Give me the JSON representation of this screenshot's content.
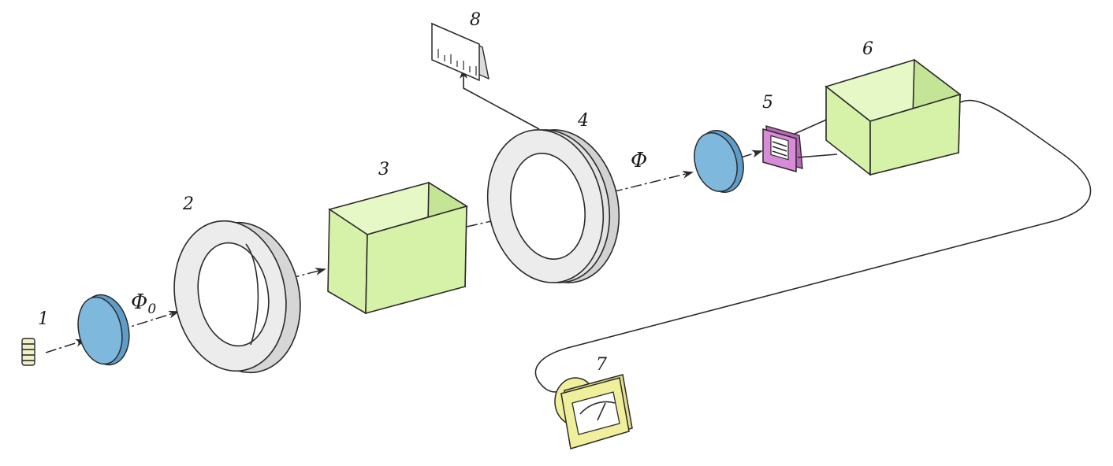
{
  "labels": {
    "source": "1",
    "polarizer_ring": "2",
    "sample_box": "3",
    "analyzer_ring": "4",
    "photodetector": "5",
    "amplifier_box": "6",
    "meter": "7",
    "scale": "8"
  },
  "flux_initial": {
    "symbol": "Φ",
    "subscript": "0"
  },
  "flux_final": {
    "symbol": "Φ"
  },
  "colors": {
    "lens_fill": "#7fb8dd",
    "box_fill": "#d6f2a8",
    "ring_fill": "#e9e9e9",
    "detector_fill": "#d98ad8",
    "meter_fill": "#f0ef9c",
    "line": "#2a2a2a"
  }
}
